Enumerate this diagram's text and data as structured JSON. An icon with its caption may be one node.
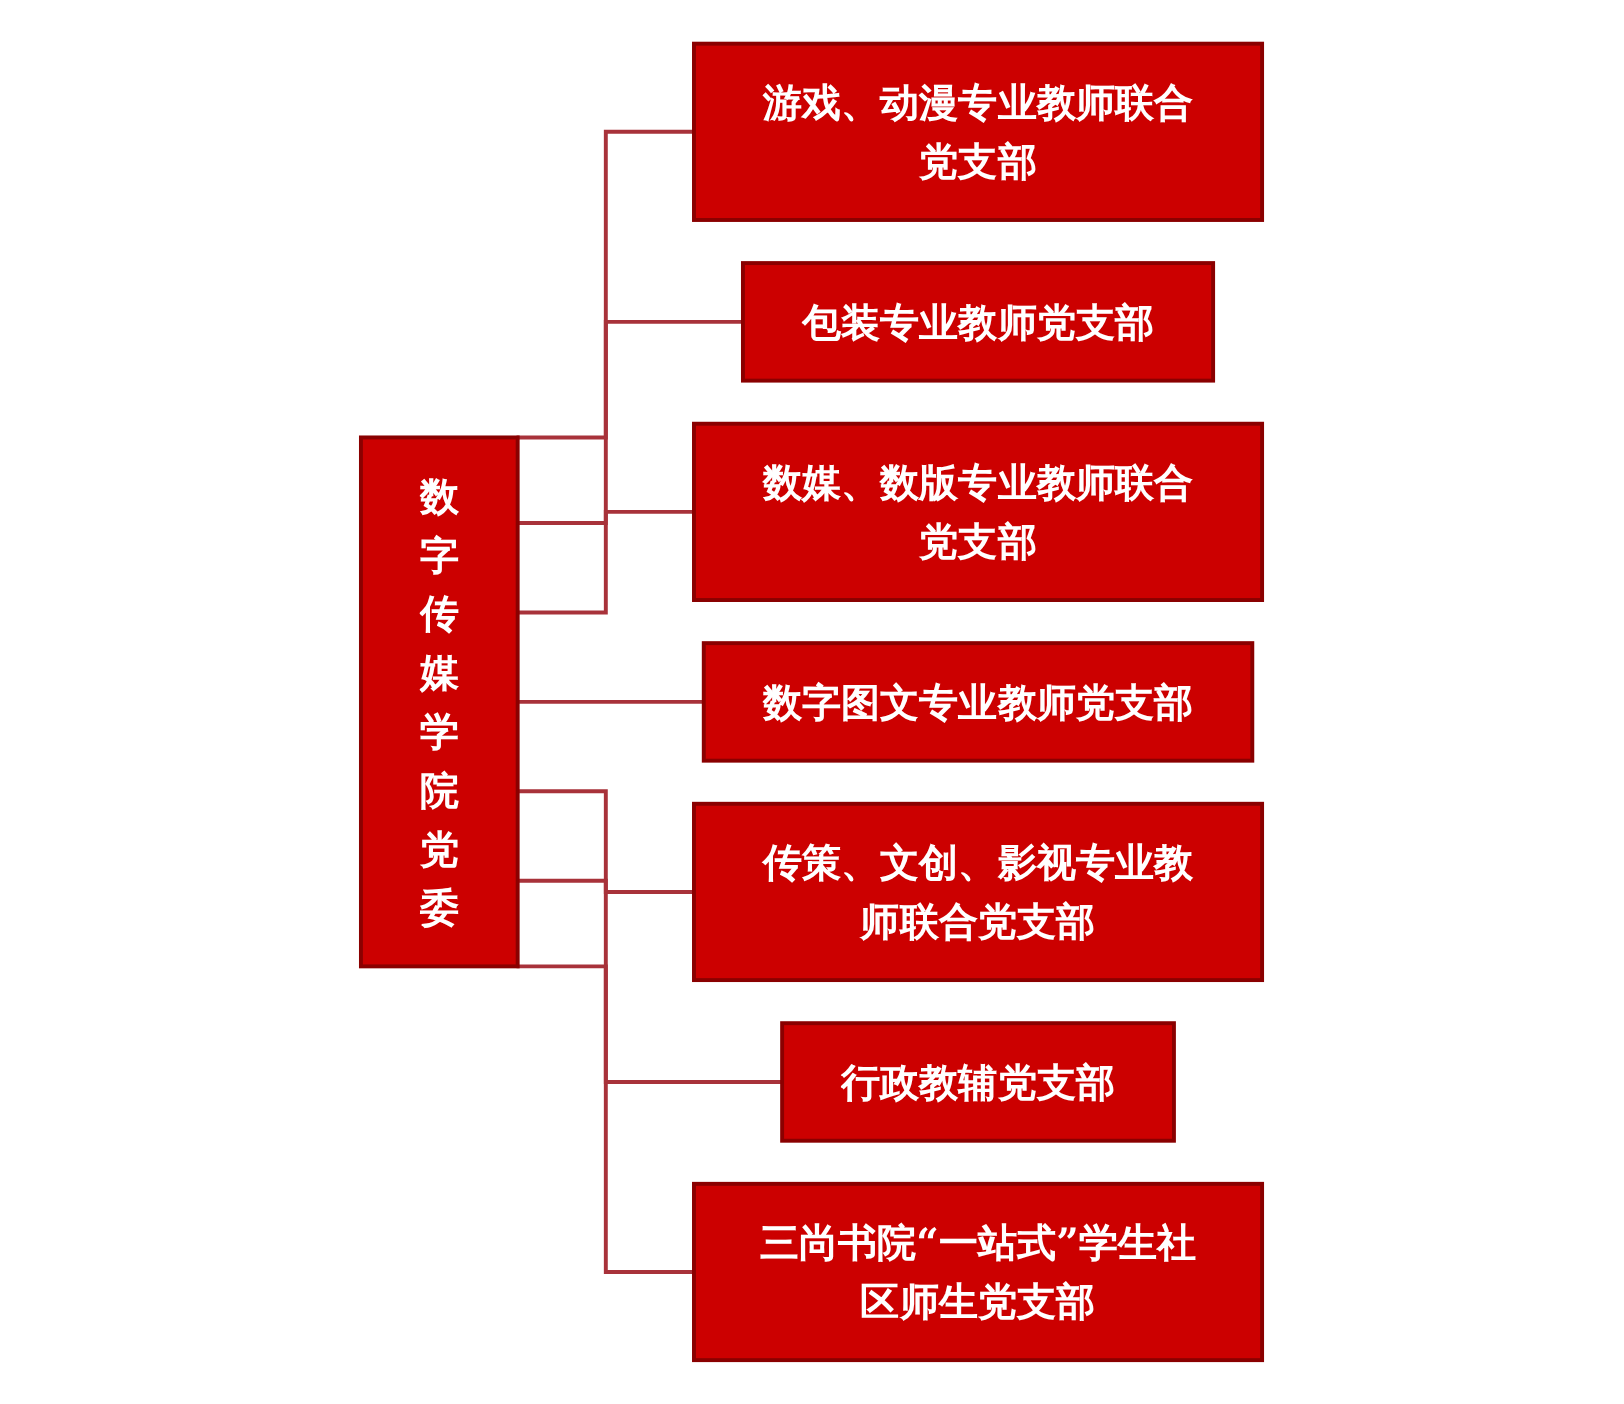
{
  "diagram": {
    "nodes": [
      {
        "text": [
          "数字传媒学院党委"
        ]
      },
      {
        "text": [
          "游戏、动漫专业教师联合党支部"
        ]
      },
      {
        "text": [
          "包装专业教师党支部"
        ]
      },
      {
        "text": [
          "数媒、数版专业教师联合党支部"
        ]
      },
      {
        "text": [
          "数字图文专业教师党支部"
        ]
      },
      {
        "text": [
          "传策、文创、影视专业教师联合党支部"
        ]
      },
      {
        "text": [
          "行政教辅党支部"
        ]
      },
      {
        "text": [
          "三尚书院“一站式”学生社区师生党支部"
        ]
      }
    ],
    "edges": [
      {
        "from": 0,
        "to": 1,
        "arrow": "none"
      },
      {
        "from": 0,
        "to": 2,
        "arrow": "none"
      },
      {
        "from": 0,
        "to": 3,
        "arrow": "none"
      },
      {
        "from": 0,
        "to": 4,
        "arrow": "none"
      },
      {
        "from": 0,
        "to": 5,
        "arrow": "none"
      },
      {
        "from": 0,
        "to": 6,
        "arrow": "none"
      },
      {
        "from": 0,
        "to": 7,
        "arrow": "none"
      }
    ]
  }
}
